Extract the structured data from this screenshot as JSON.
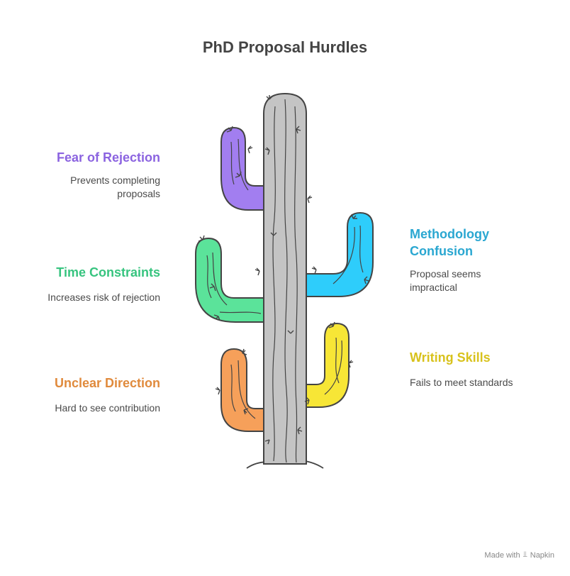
{
  "title": "PhD Proposal Hurdles",
  "items": [
    {
      "title": "Fear of Rejection",
      "desc": "Prevents completing proposals",
      "color": "#8b63e0",
      "side": "left"
    },
    {
      "title": "Time Constraints",
      "desc": "Increases risk of rejection",
      "color": "#37c47f",
      "side": "left"
    },
    {
      "title": "Unclear Direction",
      "desc": "Hard to see contribution",
      "color": "#e08a3c",
      "side": "left"
    },
    {
      "title": "Methodology Confusion",
      "desc": "Proposal seems impractical",
      "color": "#2aa7d1",
      "side": "right"
    },
    {
      "title": "Writing Skills",
      "desc": "Fails to meet standards",
      "color": "#d8c21c",
      "side": "right"
    }
  ],
  "arm_colors": {
    "purple": "#a27ef0",
    "green": "#5be39a",
    "orange": "#f6a05a",
    "blue": "#2ecdfb",
    "yellow": "#f7e636",
    "trunk": "#c4c4c4"
  },
  "footer": {
    "made_with": "Made with",
    "brand": "Napkin"
  }
}
